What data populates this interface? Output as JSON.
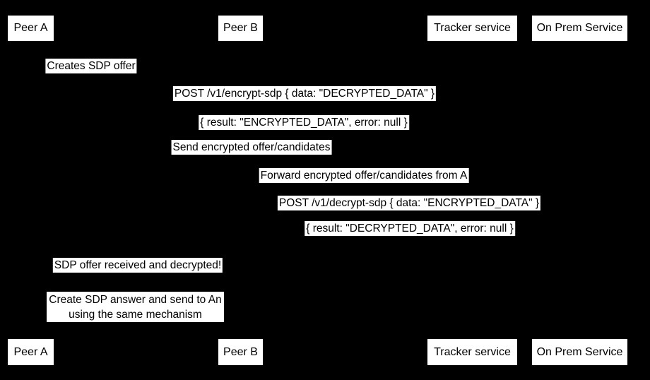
{
  "colors": {
    "background": "#000000",
    "label_background": "#ffffff",
    "label_text": "#000000"
  },
  "actors": [
    {
      "label": "Peer A"
    },
    {
      "label": "Peer B"
    },
    {
      "label": "Tracker service"
    },
    {
      "label": "On Prem Service"
    }
  ],
  "messages": [
    {
      "text": "Creates SDP offer"
    },
    {
      "text": "POST /v1/encrypt-sdp { data: \"DECRYPTED_DATA\" }"
    },
    {
      "text": "{ result: \"ENCRYPTED_DATA\", error: null }"
    },
    {
      "text": "Send encrypted offer/candidates"
    },
    {
      "text": "Forward encrypted offer/candidates from A"
    },
    {
      "text": "POST /v1/decrypt-sdp { data: \"ENCRYPTED_DATA\" }"
    },
    {
      "text": "{ result: \"DECRYPTED_DATA\", error: null }"
    },
    {
      "text": "SDP offer received and decrypted!"
    }
  ],
  "note": {
    "line1": "Create SDP answer and send to An",
    "line2": "using the same mechanism"
  }
}
